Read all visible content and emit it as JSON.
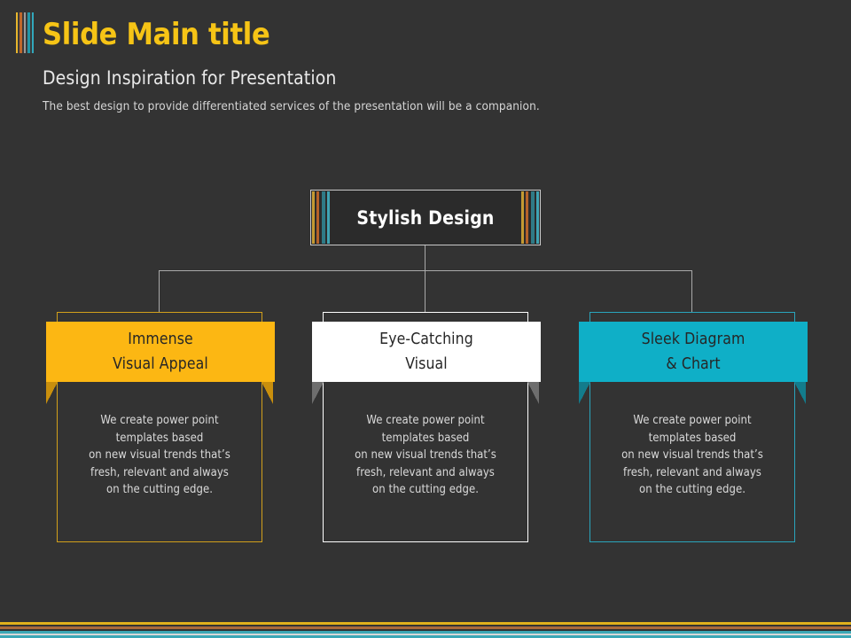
{
  "slide": {
    "title": "Slide Main title",
    "subtitle": "Design Inspiration for Presentation",
    "description": "The best design to provide differentiated services of the presentation will be a companion."
  },
  "diagram": {
    "root": {
      "label": "Stylish Design"
    },
    "nodes": [
      {
        "id": "immense",
        "heading_line1": "Immense",
        "heading_line2": "Visual Appeal",
        "accent": "#FCB713",
        "body": [
          "We create power point",
          "templates based",
          "on new visual trends that’s",
          "fresh, relevant and always",
          "on the cutting edge."
        ]
      },
      {
        "id": "eye-catching",
        "heading_line1": "Eye-Catching",
        "heading_line2": "Visual",
        "accent": "#FFFFFF",
        "body": [
          "We create power point",
          "templates based",
          "on new visual trends that’s",
          "fresh, relevant and always",
          "on the cutting edge."
        ]
      },
      {
        "id": "sleek-diagram",
        "heading_line1": "Sleek Diagram",
        "heading_line2": "& Chart",
        "accent": "#0FAFC7",
        "body": [
          "We create power point",
          "templates based",
          "on new visual trends that’s",
          "fresh, relevant and always",
          "on the cutting edge."
        ]
      }
    ]
  },
  "theme": {
    "background": "#333333",
    "title_color": "#F6C416",
    "gold": "#E0B01C",
    "orange": "#B5622A",
    "teal": "#3CA8B6",
    "white": "#FFFFFF"
  }
}
